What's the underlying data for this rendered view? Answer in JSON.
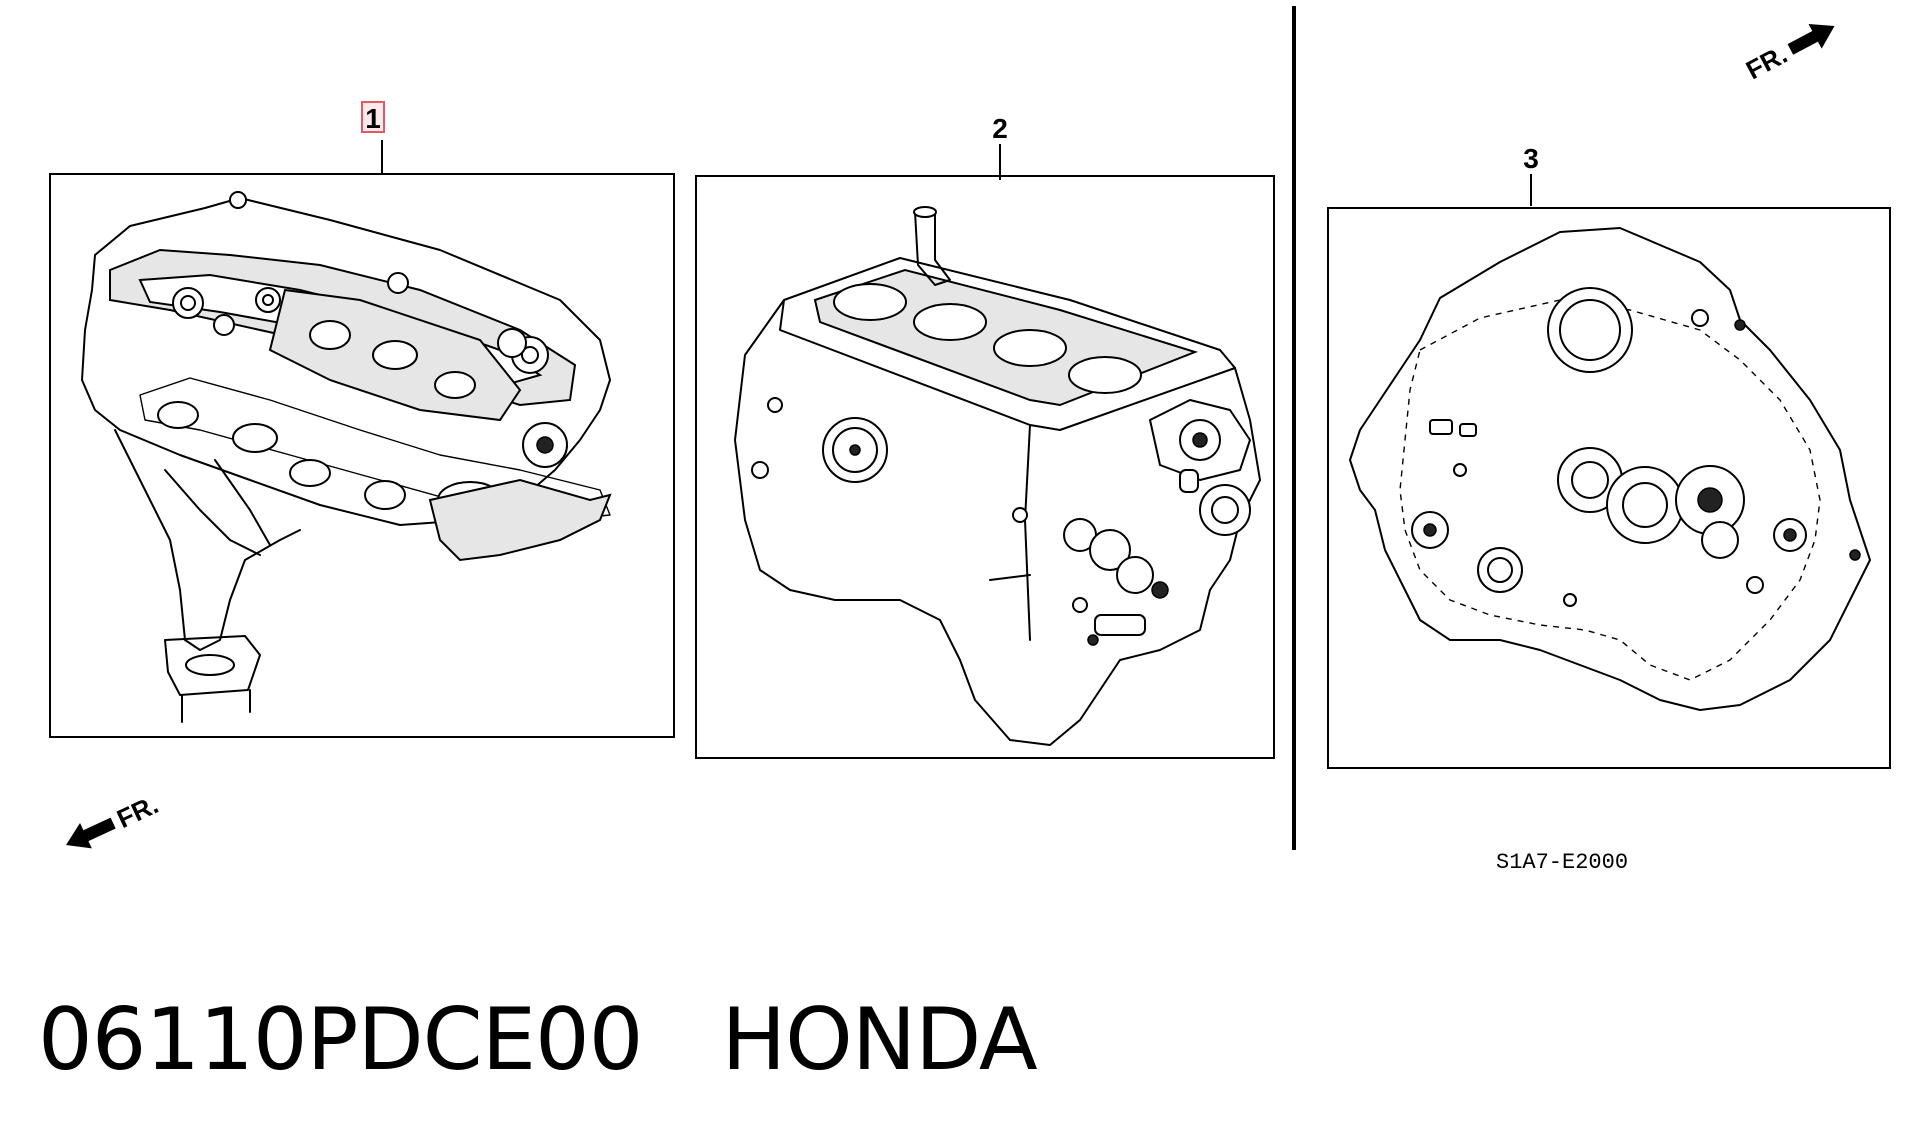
{
  "callouts": [
    {
      "label": "1",
      "highlighted": true
    },
    {
      "label": "2",
      "highlighted": false
    },
    {
      "label": "3",
      "highlighted": false
    }
  ],
  "direction_markers": [
    {
      "label": "FR."
    },
    {
      "label": "FR."
    }
  ],
  "diagram_code": "S1A7-E2000",
  "footer": {
    "part_number": "06110PDCE00",
    "brand": "HONDA",
    "title": "06110PDCE00   HONDA"
  },
  "colors": {
    "highlight_box": "#e05a6a",
    "highlight_fill": "#fde8ea",
    "line": "#000000",
    "background": "#ffffff"
  },
  "icons": [
    "front-direction-arrow-icon",
    "cylinder-head-gasket-kit-drawing",
    "engine-block-gasket-kit-drawing",
    "transmission-case-gasket-kit-drawing"
  ]
}
